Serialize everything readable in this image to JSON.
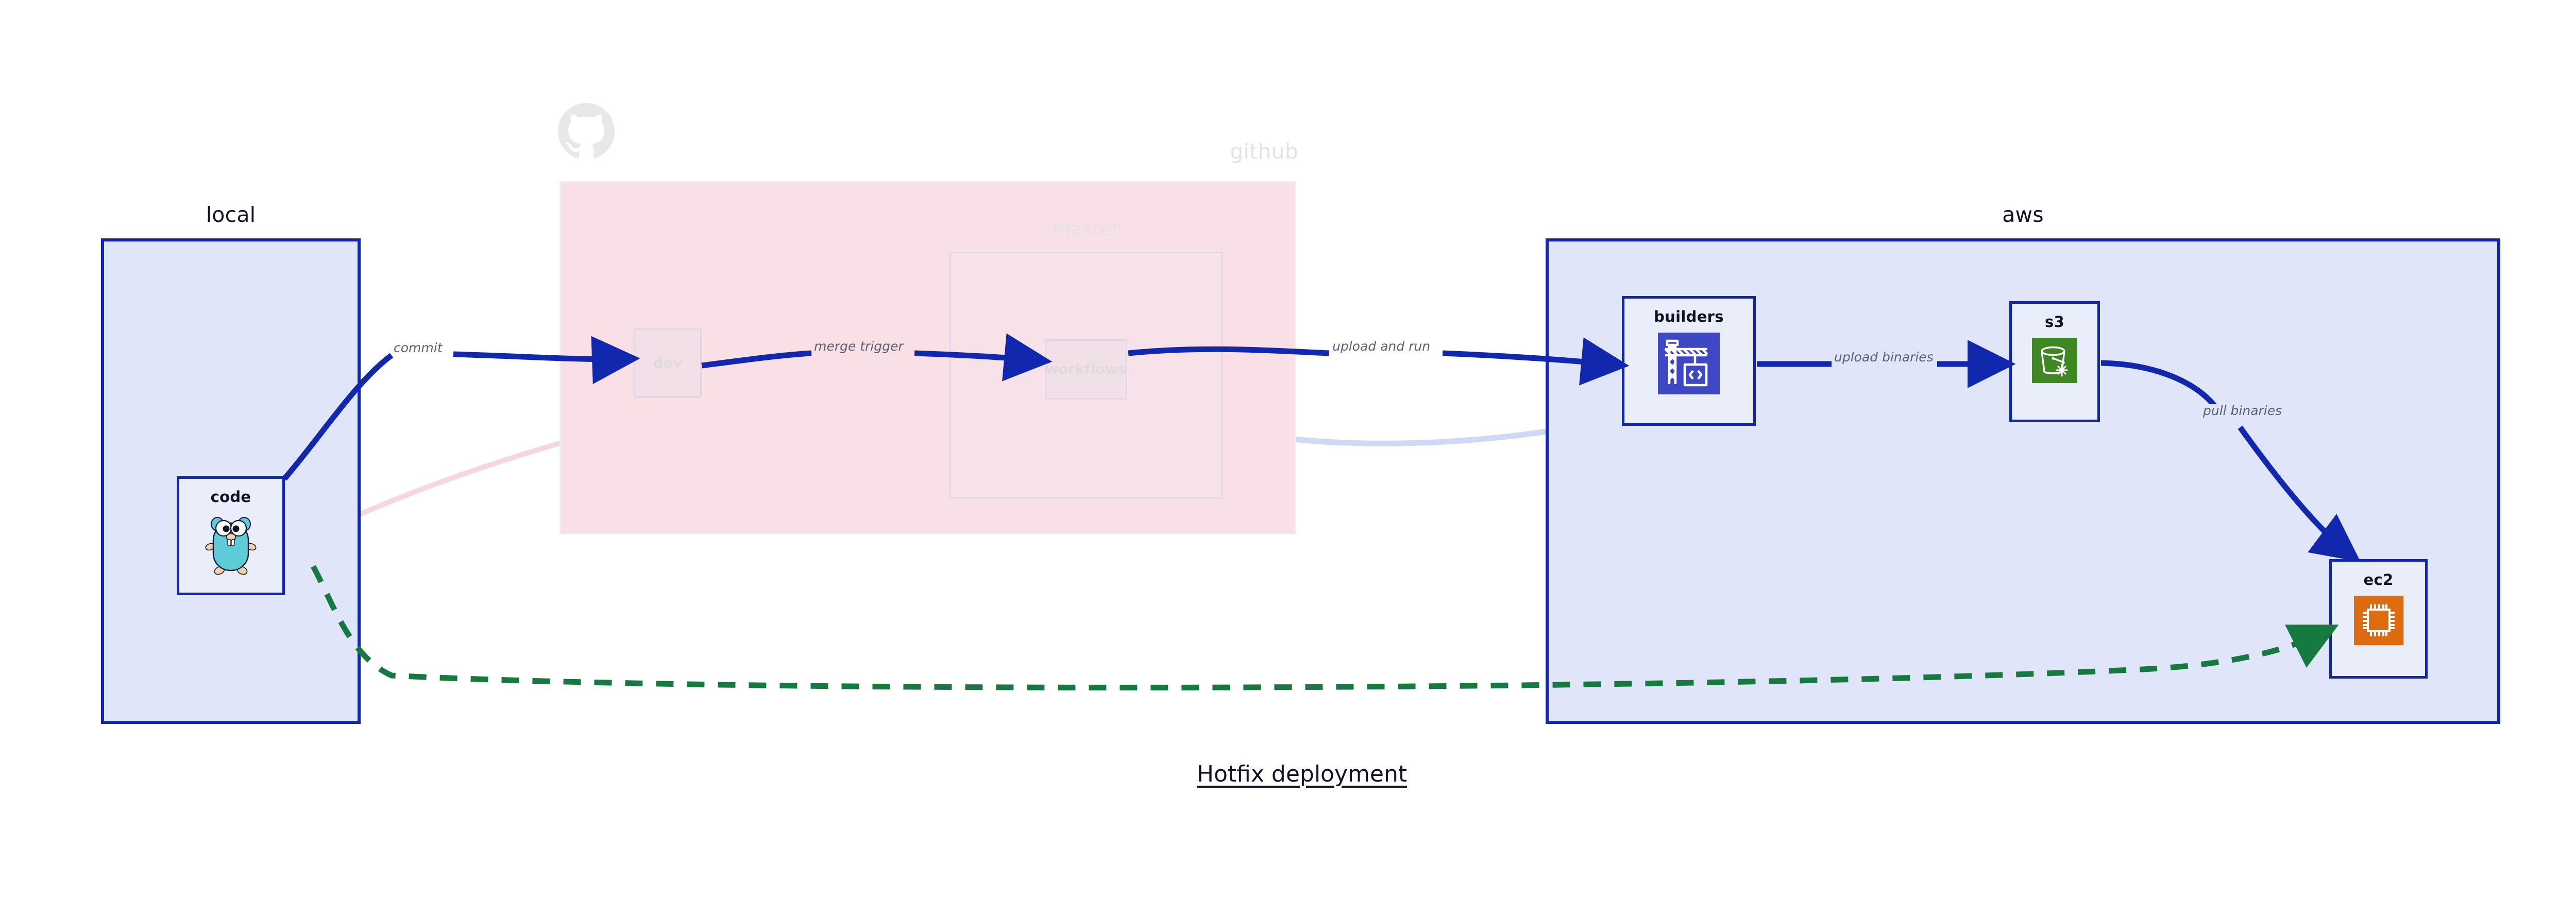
{
  "diagram": {
    "caption": "Hotfix deployment",
    "background": "#ffffff"
  },
  "colors": {
    "zone_stroke": "#1128ae",
    "zone_fill": "#e0e5fa",
    "github_fill": "#f9e0e6",
    "arrow_active": "#1128ae",
    "arrow_dashed": "#167a40",
    "label_text": "#5c6070",
    "node_text": "#121227",
    "faded_text": "#e3e3e3",
    "codebuild_tile": "#3f48c4",
    "s3_tile": "#3f8624",
    "ec2_tile": "#dd6b11",
    "gopher_body": "#5ecbd7"
  },
  "zones": [
    {
      "id": "local",
      "title": "local",
      "faded": false
    },
    {
      "id": "github",
      "title": "github",
      "faded": true,
      "logo": "github-octocat-logo",
      "group": {
        "id": "master",
        "title": "master",
        "faded": true
      }
    },
    {
      "id": "aws",
      "title": "aws",
      "faded": false
    }
  ],
  "nodes": [
    {
      "id": "code",
      "label": "code",
      "zone": "local",
      "icon": "go-gopher-icon",
      "faded": false
    },
    {
      "id": "dev",
      "label": "dev",
      "zone": "github",
      "icon": "none",
      "faded": true
    },
    {
      "id": "workflows",
      "label": "workflows",
      "zone": "master",
      "icon": "none",
      "faded": true
    },
    {
      "id": "builders",
      "label": "builders",
      "zone": "aws",
      "icon": "aws-codebuild-icon",
      "faded": false
    },
    {
      "id": "s3",
      "label": "s3",
      "zone": "aws",
      "icon": "aws-s3-glacier-icon",
      "faded": false
    },
    {
      "id": "ec2",
      "label": "ec2",
      "zone": "aws",
      "icon": "aws-ec2-icon",
      "faded": false
    }
  ],
  "edges": [
    {
      "id": "commit",
      "label": "commit",
      "from": "code",
      "to": "dev",
      "style": "solid",
      "state": "active"
    },
    {
      "id": "merge-trigger",
      "label": "merge trigger",
      "from": "dev",
      "to": "workflows",
      "style": "solid",
      "state": "active"
    },
    {
      "id": "upload-and-run",
      "label": "upload and run",
      "from": "workflows",
      "to": "builders",
      "style": "solid",
      "state": "active"
    },
    {
      "id": "upload-binaries",
      "label": "upload binaries",
      "from": "builders",
      "to": "s3",
      "style": "solid",
      "state": "active"
    },
    {
      "id": "pull-binaries",
      "label": "pull binaries",
      "from": "s3",
      "to": "ec2",
      "style": "solid",
      "state": "active"
    },
    {
      "id": "hotfix-direct",
      "label": "",
      "from": "code",
      "to": "ec2",
      "style": "dashed",
      "state": "active"
    },
    {
      "id": "ghost-code-dev",
      "label": "",
      "from": "code",
      "to": "dev",
      "style": "solid",
      "state": "faded"
    },
    {
      "id": "ghost-dev-wf",
      "label": "",
      "from": "dev",
      "to": "workflows",
      "style": "solid",
      "state": "faded"
    },
    {
      "id": "ghost-wf-build",
      "label": "",
      "from": "workflows",
      "to": "builders",
      "style": "solid",
      "state": "faded"
    }
  ]
}
